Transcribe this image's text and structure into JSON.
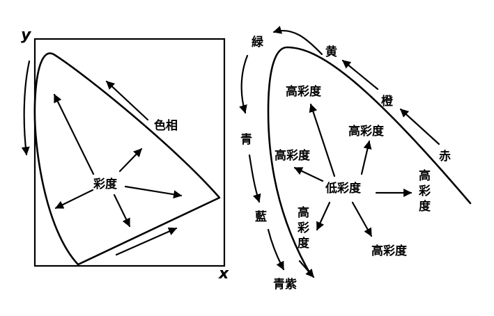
{
  "left_panel": {
    "y_axis_label": "y",
    "x_axis_label": "x",
    "hue_label": "色相",
    "saturation_label": "彩度"
  },
  "right_panel": {
    "hue_labels": {
      "green": "緑",
      "yellow": "黄",
      "orange": "橙",
      "red": "赤",
      "blue": "青",
      "indigo": "藍",
      "blue_violet": "青紫"
    },
    "low_saturation_label": "低彩度",
    "high_saturation_label": "高彩度",
    "high_saturation_vertical_chars": [
      "高",
      "彩",
      "度"
    ]
  },
  "colors": {
    "ink": "#000000",
    "background": "#ffffff"
  }
}
